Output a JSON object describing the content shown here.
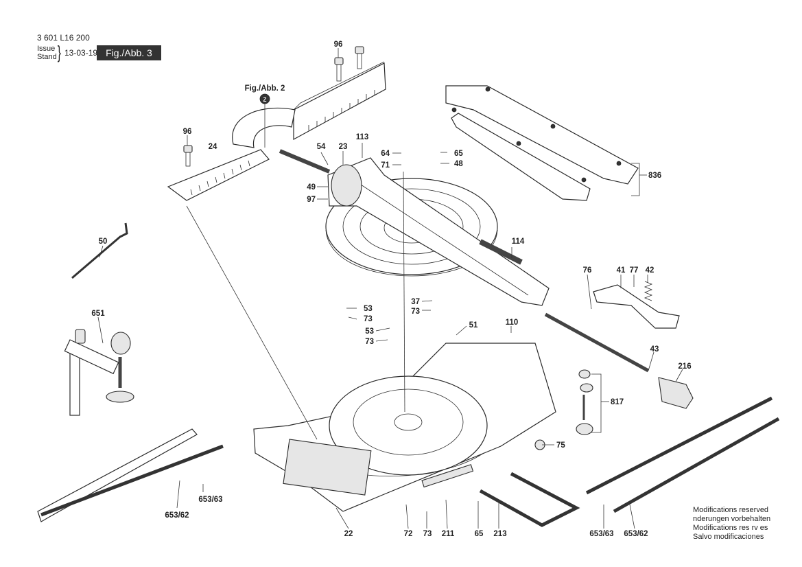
{
  "header": {
    "doc_number": "3 601 L16 200",
    "issue_label": "Issue",
    "stand_label": "Stand",
    "date": "13-03-19",
    "figure": "Fig./Abb. 3"
  },
  "footer_note": {
    "line1": "Modifications reserved",
    "line2": "nderungen vorbehalten",
    "line3": "Modifications res rv es",
    "line4": "Salvo modificaciones"
  },
  "callouts": {
    "c96a": "96",
    "c96b": "96",
    "figref": "Fig./Abb. 2",
    "z": "Z",
    "c24": "24",
    "c54": "54",
    "c23": "23",
    "c113": "113",
    "c64": "64",
    "c65a": "65",
    "c71": "71",
    "c48": "48",
    "c49": "49",
    "c97": "97",
    "c836": "836",
    "c50": "50",
    "c114": "114",
    "c76": "76",
    "c41": "41",
    "c77": "77",
    "c42": "42",
    "c37": "37",
    "c73a": "73",
    "c53a": "53",
    "c73b": "73",
    "c651": "651",
    "c51": "51",
    "c110": "110",
    "c53b": "53",
    "c73c": "73",
    "c43": "43",
    "c216": "216",
    "c817": "817",
    "c75": "75",
    "c653_63a": "653/63",
    "c653_62a": "653/62",
    "c22": "22",
    "c72": "72",
    "c73d": "73",
    "c211": "211",
    "c65b": "65",
    "c213": "213",
    "c653_63b": "653/63",
    "c653_62b": "653/62"
  }
}
